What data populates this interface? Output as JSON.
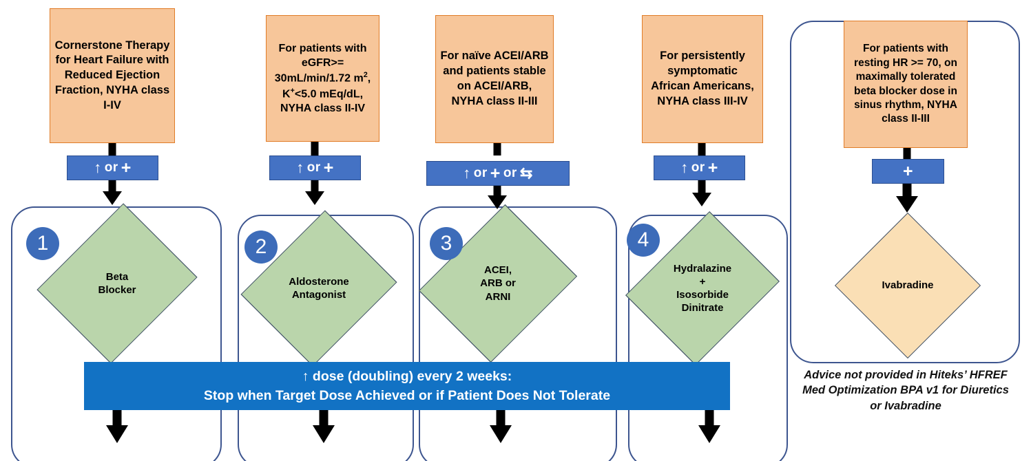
{
  "diagram": {
    "title": "HFrEF Guideline-Directed Medical Therapy Flowchart",
    "colors": {
      "criteria_fill": "#f7c69a",
      "criteria_border": "#e07b26",
      "action_banner_fill": "#4472c4",
      "diamond_green": "#bad5ab",
      "diamond_orange": "#fadfb5",
      "diamond_border": "#44546a",
      "group_border": "#3d558f",
      "badge_fill": "#3d6cb9",
      "titration_banner_fill": "#1272c4"
    }
  },
  "columns": [
    {
      "badge": "1",
      "criteria": "Cornerstone Therapy for Heart Failure with Reduced Ejection Fraction, NYHA class I-IV",
      "action": {
        "tokens": [
          "up-arrow-icon",
          "or",
          "plus-icon"
        ],
        "text": "↑ or +"
      },
      "drug": "Beta\nBlocker"
    },
    {
      "badge": "2",
      "criteria_parts": [
        "For patients",
        "with eGFR>=",
        "30mL/min/1.72",
        "m2, K+<5.0",
        "mEq/dL, NYHA",
        "class II-IV"
      ],
      "criteria": "For patients with eGFR>= 30mL/min/1.72 m2, K+<5.0 mEq/dL, NYHA class II-IV",
      "action": {
        "tokens": [
          "up-arrow-icon",
          "or",
          "plus-icon"
        ],
        "text": "↑ or +"
      },
      "drug": "Aldosterone\nAntagonist"
    },
    {
      "badge": "3",
      "criteria": "For naïve ACEI/ARB and patients stable on ACEI/ARB, NYHA class II-III",
      "action": {
        "tokens": [
          "up-arrow-icon",
          "or",
          "plus-icon",
          "or",
          "swap-icon"
        ],
        "text": "↑ or + or ⇄"
      },
      "drug": "ACEI,\nARB or\nARNI"
    },
    {
      "badge": "4",
      "criteria": "For persistently symptomatic African Americans, NYHA class III-IV",
      "action": {
        "tokens": [
          "up-arrow-icon",
          "or",
          "plus-icon"
        ],
        "text": "↑ or +"
      },
      "drug": "Hydralazine\n+\nIsosorbide\nDinitrate"
    }
  ],
  "right_panel": {
    "criteria": "For patients with resting HR >= 70, on maximally tolerated beta blocker dose in sinus rhythm, NYHA class II-III",
    "action": {
      "tokens": [
        "plus-icon"
      ],
      "text": "+"
    },
    "drug": "Ivabradine",
    "footnote": "Advice not provided in Hiteks’ HFREF Med Optimization BPA v1 for Diuretics or Ivabradine"
  },
  "titration_banner": {
    "line1": "↑ dose (doubling) every 2 weeks:",
    "line2": "Stop when Target Dose Achieved or if Patient Does Not Tolerate"
  },
  "labels": {
    "or": "or"
  }
}
